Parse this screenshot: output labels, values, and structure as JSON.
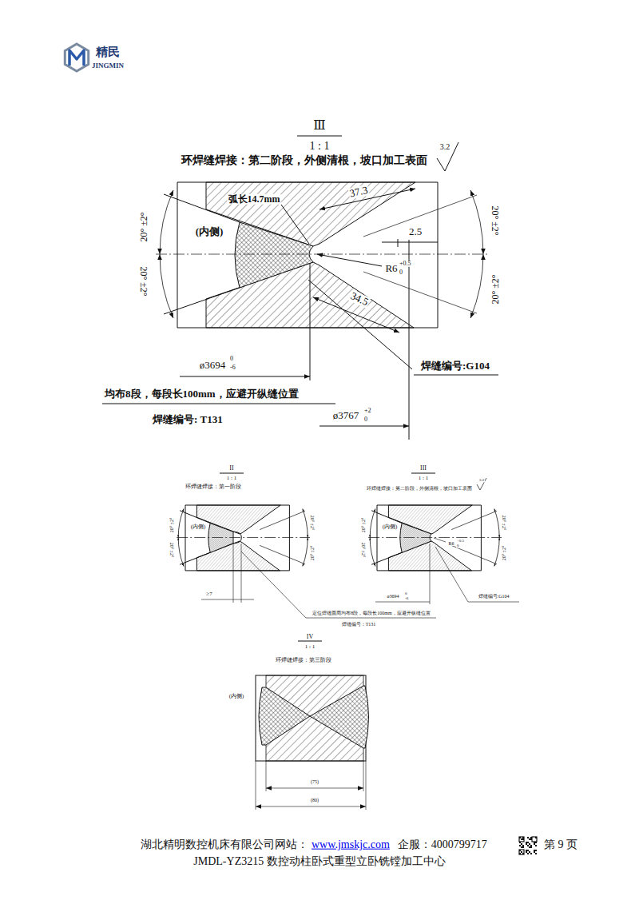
{
  "diagram": {
    "labels": [
      "精民",
      "JINGMIN",
      "Ⅲ",
      "1 : 1",
      "环焊缝焊接：第二阶段，外侧清根，坡口加工表面",
      "3.2",
      "弧长14.7mm",
      "37.3",
      "(内侧)",
      "2.5",
      "R6",
      "+0.5",
      "0",
      "34.5",
      "20° ±2°",
      "20° ±2°",
      "20° ±2°",
      "20° ±2°",
      "ø3694",
      "0",
      "-6",
      "焊缝编号:G104",
      "均布8段，每段长100mm，应避开纵缝位置",
      "焊缝编号: T131",
      "ø3767",
      "+2",
      "0",
      "II",
      "1 : 1",
      "环焊缝焊接：第一阶段",
      "(内侧)",
      "20° ±2°",
      "20° ±2°",
      "20° ±2°",
      "20° ±2°",
      "≥7",
      "定位焊缝圆周均布8段，每段长100mm，应避开纵缝位置",
      "焊缝编号：T131",
      "III",
      "1 : 1",
      "环焊缝焊接：第二阶段，外侧清根，坡口加工表面",
      "3.2",
      "(内侧)",
      "20° ±2°",
      "20° ±2°",
      "20° ±2°",
      "20° ±2°",
      "R6",
      "+0.5",
      "0",
      "ø3694",
      "0",
      "-6",
      "焊缝编号:G104",
      "IV",
      "1 : 1",
      "环焊缝焊接：第三阶段",
      "(内侧)",
      "(75)",
      "(80)",
      "湖北精明数控机床有限公司网站：",
      "www.jmskjc.com",
      "企服：4000799717",
      "第 9 页",
      "JMDL-YZ3215 数控动柱卧式重型立卧铣镗加工中心"
    ]
  }
}
